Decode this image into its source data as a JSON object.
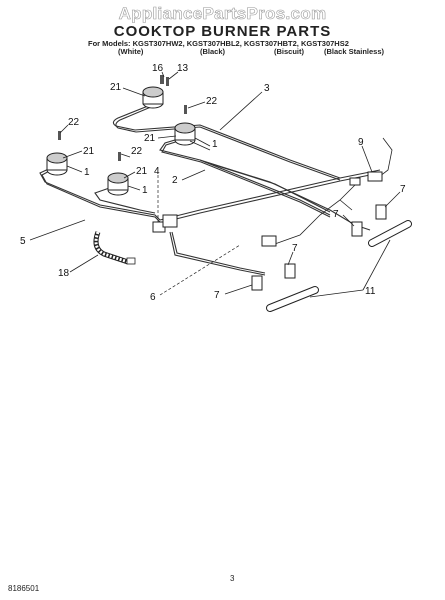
{
  "watermark": "AppliancePartsPros.com",
  "title": "COOKTOP BURNER PARTS",
  "models_line": "For Models: KGST307HW2, KGST307HBL2, KGST307HBT2, KGST307HS2",
  "colors": [
    "(White)",
    "(Black)",
    "(Biscuit)",
    "(Black Stainless)"
  ],
  "callouts": [
    "16",
    "13",
    "21",
    "22",
    "3",
    "21",
    "1",
    "22",
    "21",
    "1",
    "22",
    "21",
    "1",
    "4",
    "2",
    "9",
    "7",
    "7",
    "7",
    "5",
    "18",
    "6",
    "7",
    "11"
  ],
  "footer_code": "8186501",
  "page_number": "3"
}
